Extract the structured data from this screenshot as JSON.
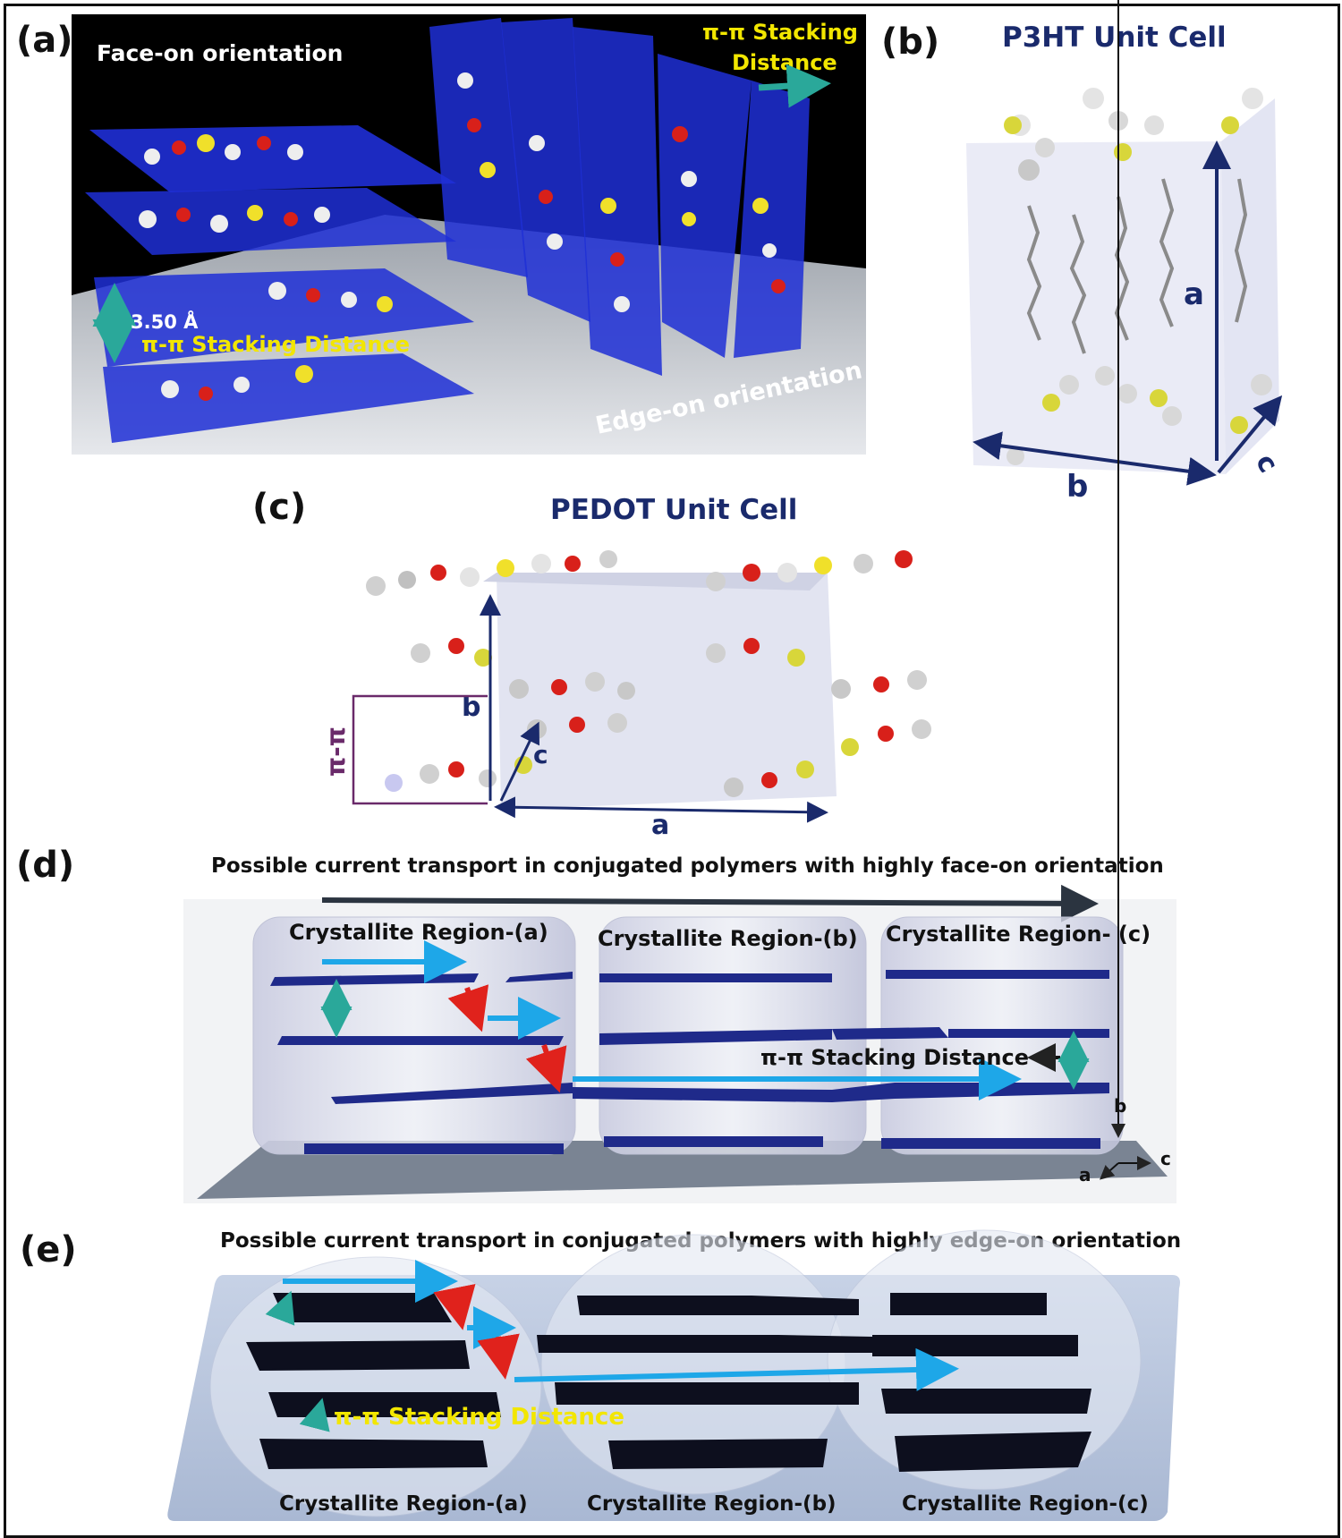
{
  "panels": {
    "a": {
      "label": "(a)",
      "face_on": "Face-on orientation",
      "stack_top_line1": "π-π Stacking",
      "stack_top_line2": "Distance",
      "distance_value": "3.50 Å",
      "stack_bottom": "π-π Stacking  Distance",
      "edge_on": "Edge-on orientation"
    },
    "b": {
      "label": "(b)",
      "title": "P3HT Unit Cell",
      "axis_a": "a",
      "axis_b": "b",
      "axis_c": "c"
    },
    "c": {
      "label": "(c)",
      "title": "PEDOT Unit Cell",
      "axis_a": "a",
      "axis_b": "b",
      "axis_c": "c",
      "pipi": "π-π"
    },
    "d": {
      "label": "(d)",
      "title": "Possible current transport in conjugated polymers with highly face-on orientation",
      "region_a": "Crystallite Region-(a)",
      "region_b": "Crystallite Region-(b)",
      "region_c": "Crystallite Region- (c)",
      "stacking": "π-π Stacking Distance",
      "axis_a": "a",
      "axis_b": "b",
      "axis_c": "c"
    },
    "e": {
      "label": "(e)",
      "title": "Possible current transport in conjugated polymers with highly edge-on orientation",
      "stacking": "π-π Stacking Distance",
      "region_a": "Crystallite Region-(a)",
      "region_b": "Crystallite Region-(b)",
      "region_c": "Crystallite Region-(c)"
    }
  },
  "colors": {
    "navy": "#1a2a6c",
    "sheet_blue": "#1f2fd6",
    "arrow_cyan": "#1ea7e8",
    "arrow_red": "#e0221c",
    "teal": "#2aa89a",
    "yellow_text": "#f2e600",
    "purple": "#6a2a6a"
  }
}
